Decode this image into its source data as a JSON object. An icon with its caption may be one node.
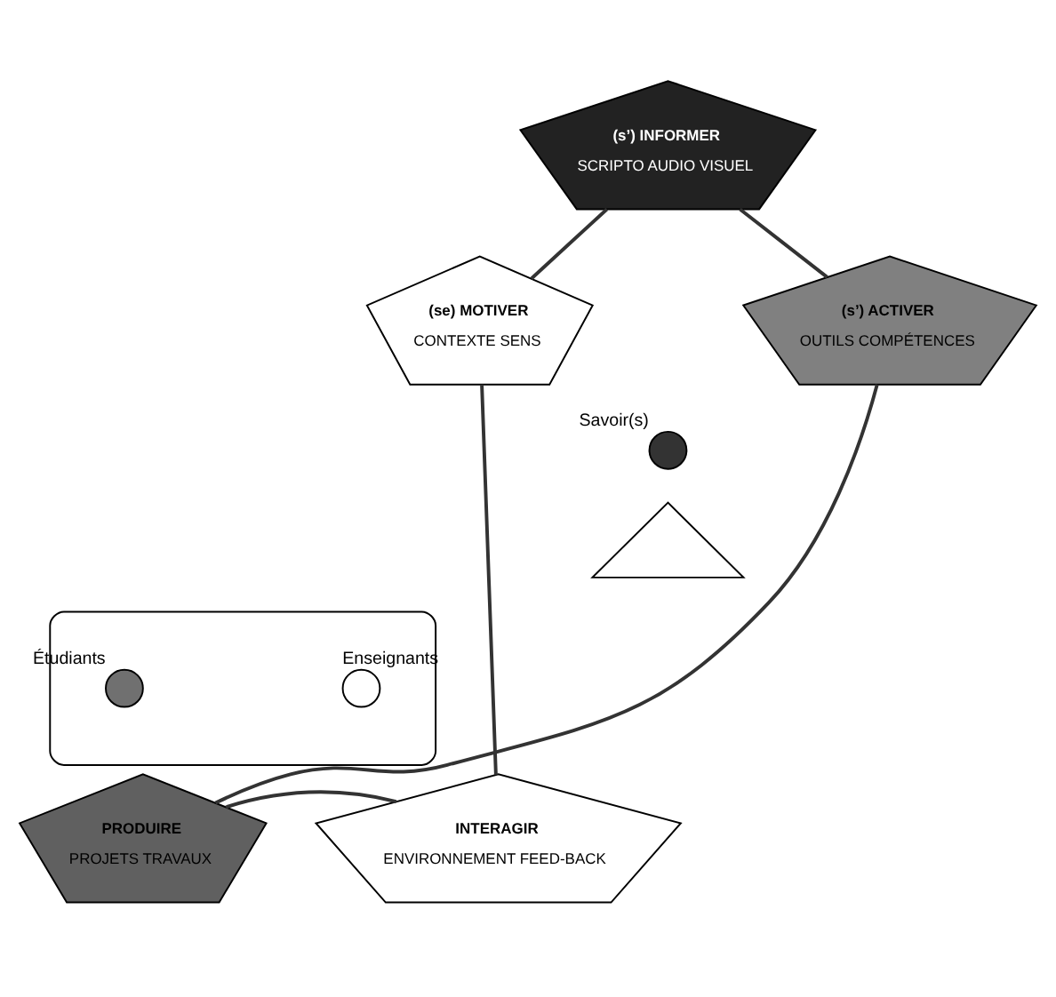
{
  "diagram": {
    "nodes": [
      {
        "text": [
          "(s’) INFORMER",
          "SCRIPTO AUDIO VISUEL"
        ]
      },
      {
        "text": [
          "(se) MOTIVER",
          "CONTEXTE SENS"
        ]
      },
      {
        "text": [
          "(s’) ACTIVER",
          "OUTILS COMPÉTENCES"
        ]
      },
      {
        "text": [
          "INTERAGIR",
          "ENVIRONNEMENT FEED-BACK"
        ]
      },
      {
        "text": [
          "PRODUIRE",
          "PROJETS TRAVAUX"
        ]
      },
      {
        "text": [],
        "shape": "circle",
        "beside": [
          "Savoir(s)"
        ]
      },
      {
        "text": [],
        "shape": "triangle"
      },
      {
        "text": [],
        "shape": "box"
      },
      {
        "text": [],
        "shape": "circle",
        "in": 7,
        "beside": [
          "Enseignants"
        ]
      },
      {
        "text": [],
        "shape": "circle",
        "in": 7,
        "beside": [
          "Étudiants"
        ]
      }
    ],
    "edges": [
      {
        "from": 0,
        "to": 2,
        "arrow": "none"
      },
      {
        "from": 2,
        "to": 4,
        "arrow": "none"
      },
      {
        "from": 4,
        "to": 3,
        "arrow": "none"
      },
      {
        "from": 3,
        "to": 1,
        "arrow": "none"
      },
      {
        "from": 1,
        "to": 0,
        "arrow": "none"
      }
    ]
  }
}
